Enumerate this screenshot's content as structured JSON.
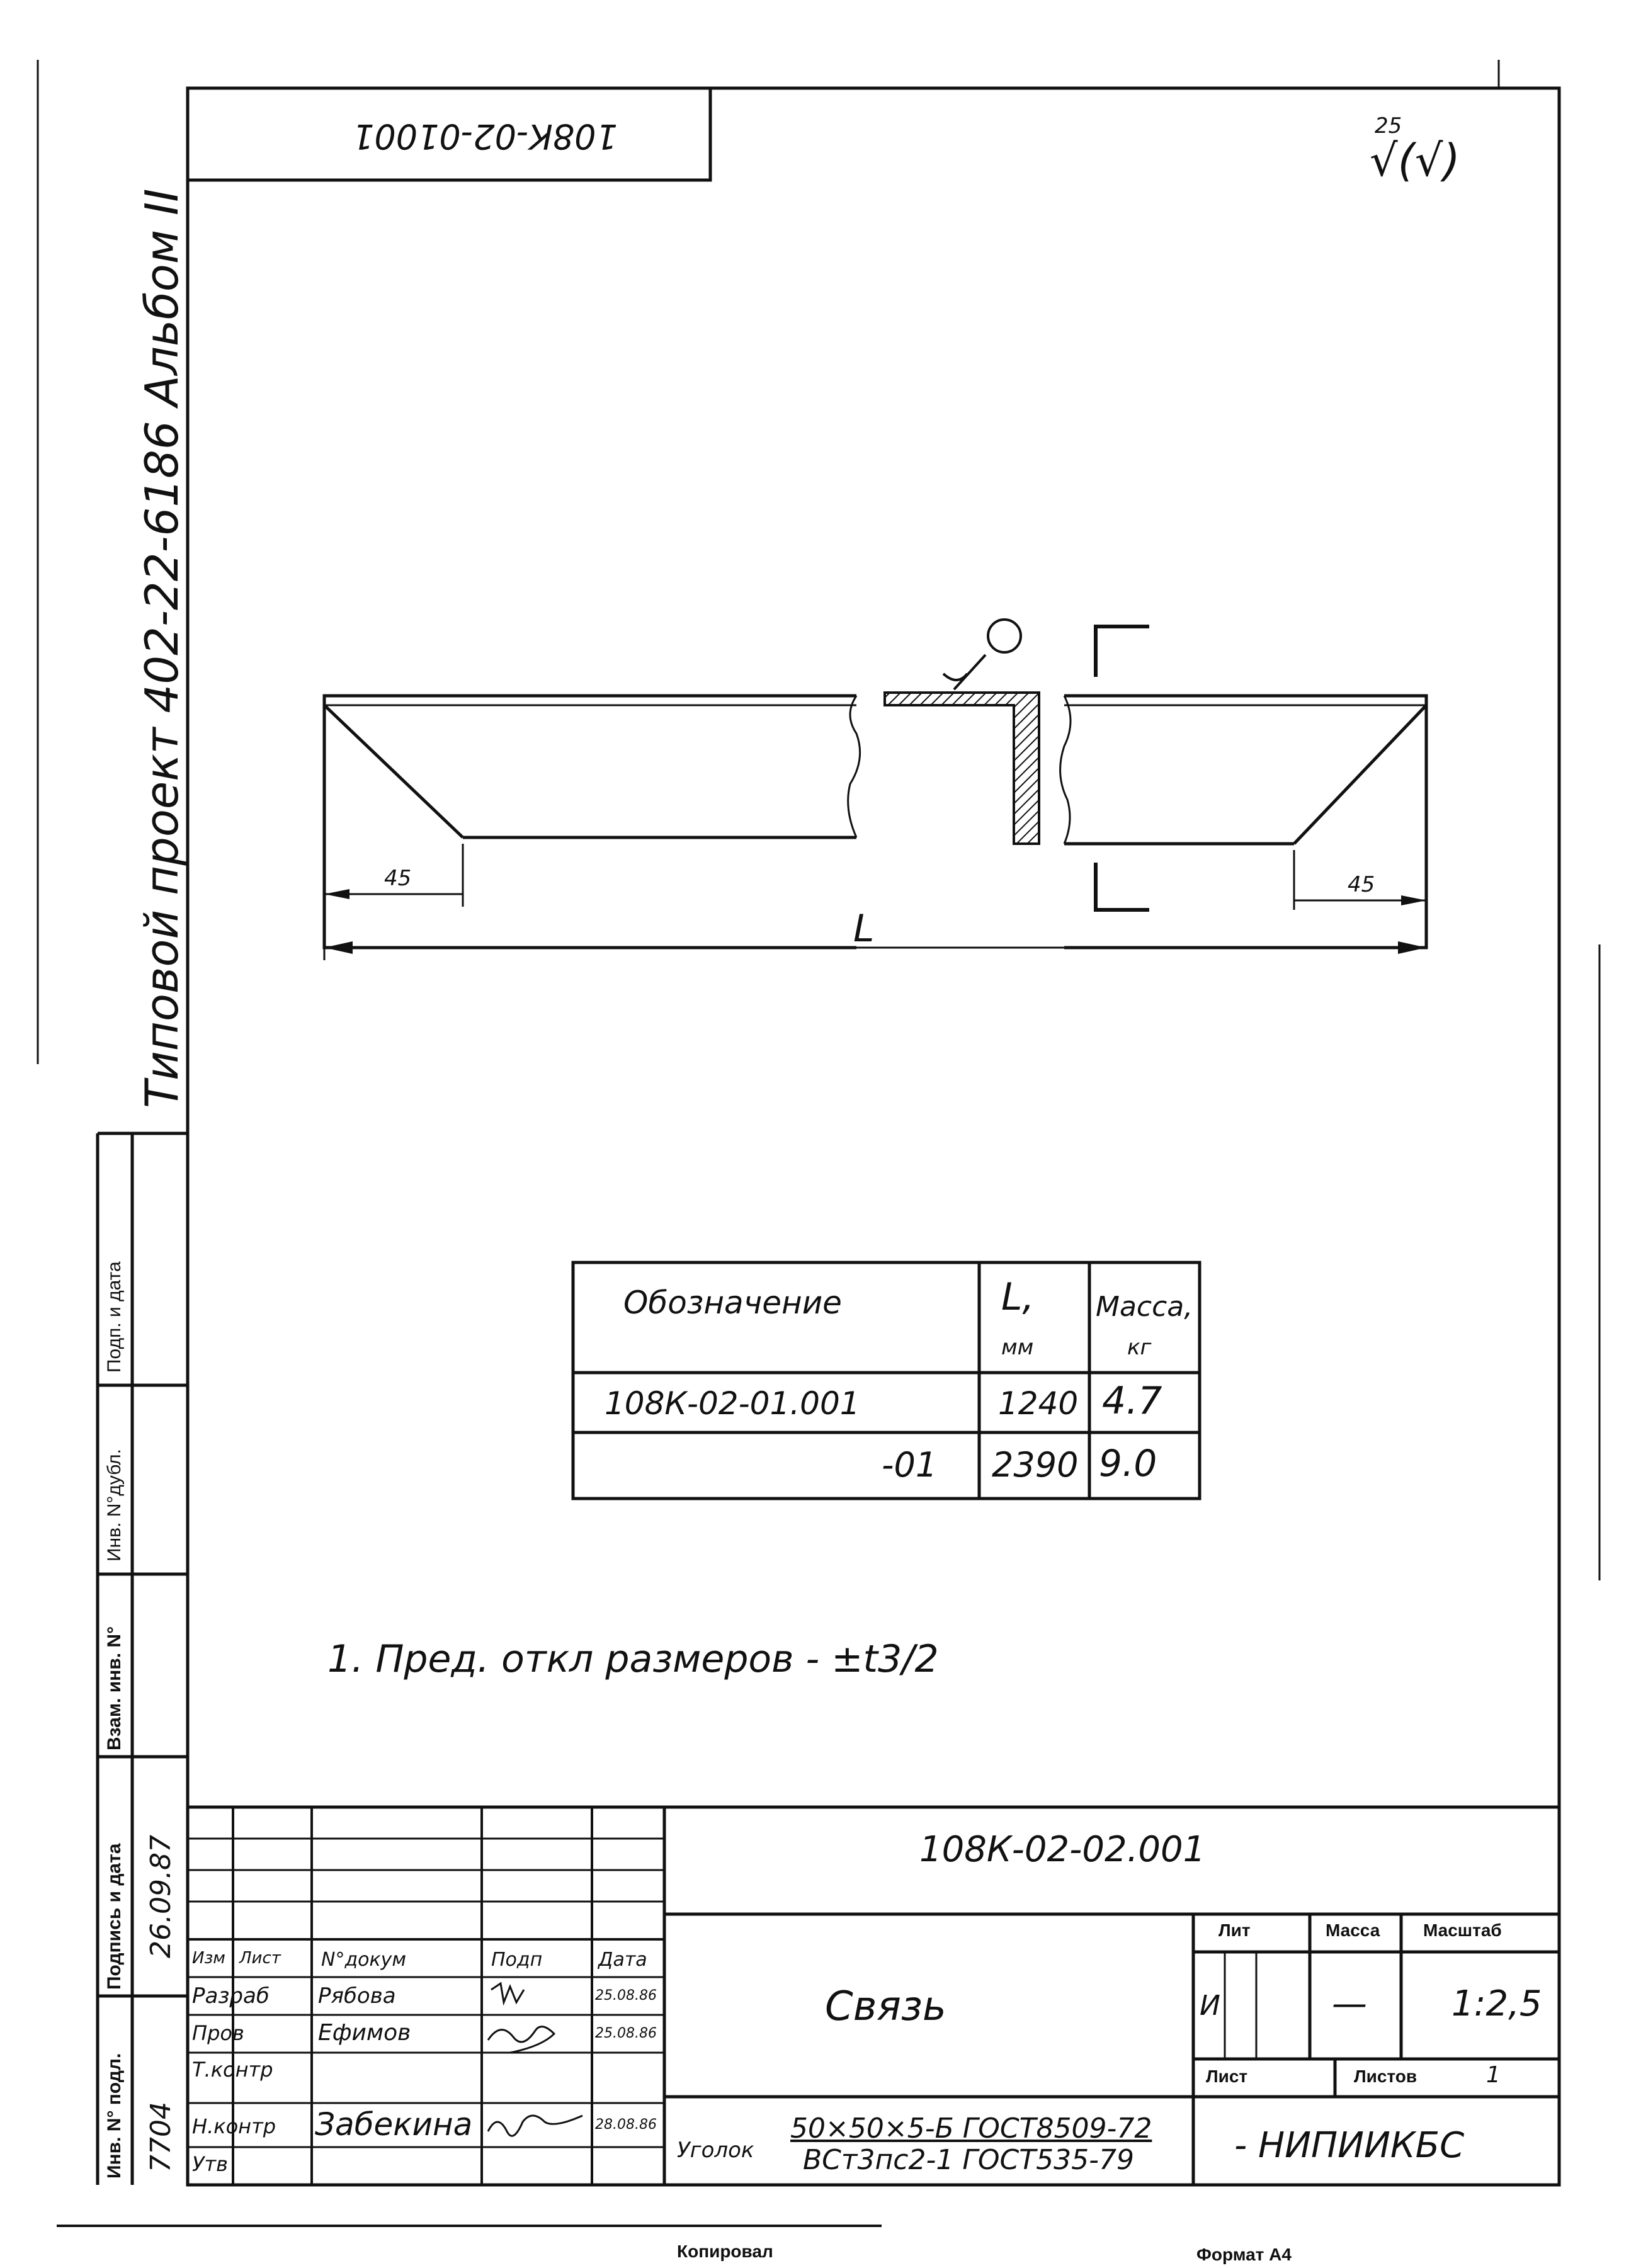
{
  "corner_stamp": "108К-02-01001",
  "roughness": {
    "value": "25",
    "symbol": "√(√)"
  },
  "side_title": "Типовой проект 402-22-6186 Альбом II",
  "drawing": {
    "dim_left": "45",
    "dim_right": "45",
    "dim_length": "L"
  },
  "table": {
    "headers": {
      "designation": "Обозначение",
      "length": "L,",
      "length_unit": "мм",
      "mass": "Масса,",
      "mass_unit": "кг"
    },
    "rows": [
      {
        "designation": "108К-02-01.001",
        "length": "1240",
        "mass": "4.7"
      },
      {
        "designation": "-01",
        "length": "2390",
        "mass": "9.0"
      }
    ]
  },
  "note": "1. Пред. откл размеров - ±t3/2",
  "title_block": {
    "doc_number": "108К-02-02.001",
    "title": "Связь",
    "material_prefix": "Уголок",
    "material_line1": "50×50×5-Б ГОСТ8509-72",
    "material_line2": "ВСт3пс2-1 ГОСТ535-79",
    "organization": "- НИПИИКБС",
    "headers": {
      "izm": "Изм",
      "list": "Лист",
      "ndokum": "N°докум",
      "podp": "Подп",
      "data": "Дата",
      "lit": "Лит",
      "massa": "Масса",
      "masshtab": "Масштаб",
      "sheet": "Лист",
      "sheets": "Листов"
    },
    "rows": [
      {
        "role": "Разраб",
        "name": "Рябова",
        "date": "25.08.86"
      },
      {
        "role": "Пров",
        "name": "Ефимов",
        "date": "25.08.86"
      },
      {
        "role": "Т.контр",
        "name": "",
        "date": ""
      },
      {
        "role": "Н.контр",
        "name": "Забекина",
        "date": "28.08.86"
      },
      {
        "role": "Утв",
        "name": "",
        "date": ""
      }
    ],
    "lit_value": "И",
    "mass_value": "—",
    "scale_value": "1:2,5",
    "sheets_value": "1"
  },
  "side_stamp": {
    "labels": [
      "Подп. и дата",
      "Инв. N°дубл.",
      "Взам. инв. N°",
      "Подпись и дата",
      "Инв. N° подл."
    ],
    "sign_date": "26.09.87",
    "inv_number": "7704"
  },
  "footer": {
    "copied": "Копировал",
    "format": "Формат А4"
  }
}
